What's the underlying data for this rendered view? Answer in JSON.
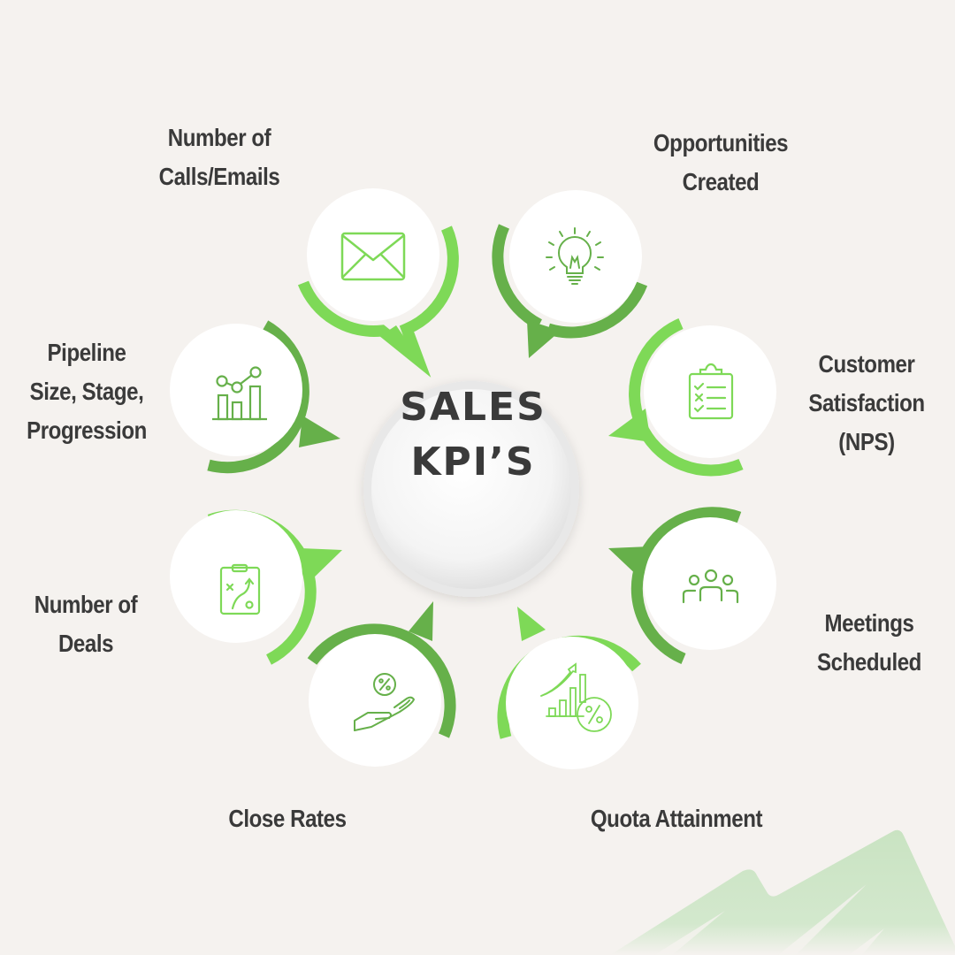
{
  "title": {
    "line1": "SALES",
    "line2": "KPI’S"
  },
  "colors": {
    "background": "#f5f2ef",
    "light_green": "#7ed957",
    "dark_green": "#66b04a",
    "text": "#3a3a3a",
    "mountain": "#c9e3c2"
  },
  "kpis": [
    {
      "label": "Number of\nCalls/Emails",
      "icon": "envelope-icon"
    },
    {
      "label": "Opportunities\nCreated",
      "icon": "lightbulb-icon"
    },
    {
      "label": "Pipeline\nSize, Stage,\nProgression",
      "icon": "bar-line-chart-icon"
    },
    {
      "label": "Customer\nSatisfaction\n(NPS)",
      "icon": "checklist-clipboard-icon"
    },
    {
      "label": "Number of\nDeals",
      "icon": "strategy-clipboard-icon"
    },
    {
      "label": "Meetings\nScheduled",
      "icon": "people-group-icon"
    },
    {
      "label": "Close Rates",
      "icon": "hand-percent-icon"
    },
    {
      "label": "Quota Attainment",
      "icon": "growth-chart-percent-icon"
    }
  ]
}
